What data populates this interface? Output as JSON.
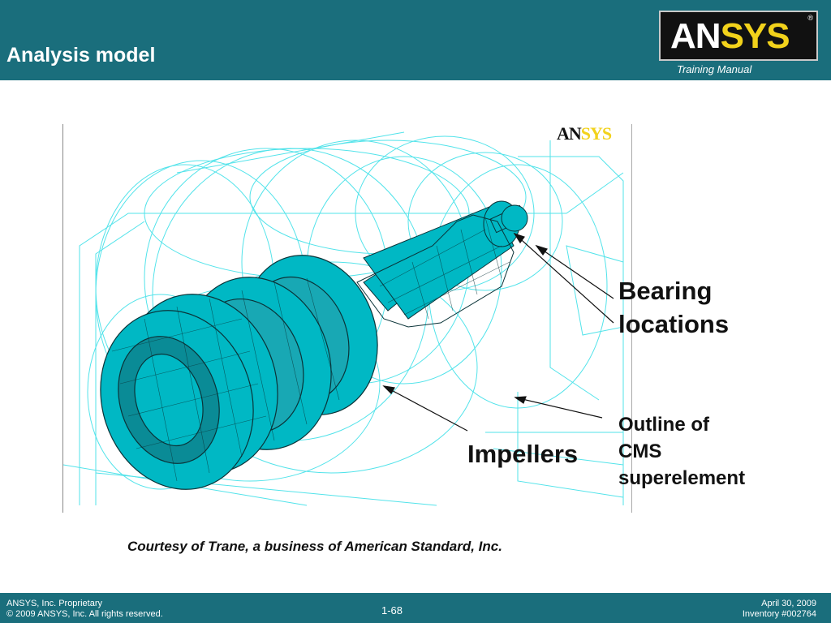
{
  "header": {
    "title": "Analysis model",
    "logo_an": "AN",
    "logo_sys": "SYS",
    "logo_reg": "®",
    "training_manual": "Training Manual"
  },
  "figure": {
    "logo_an": "AN",
    "logo_sys": "SYS",
    "callouts": {
      "bearing_line1": "Bearing",
      "bearing_line2": "locations",
      "impellers": "Impellers",
      "outline_line1": "Outline of",
      "outline_line2": "CMS",
      "outline_line3": "superelement"
    },
    "colors": {
      "mesh": "#00b8c4",
      "wire": "#40e0e8",
      "edge": "#0a3338"
    }
  },
  "caption": "Courtesy of Trane, a business of American Standard, Inc.",
  "footer": {
    "left_line1": "ANSYS, Inc. Proprietary",
    "left_line2": "© 2009 ANSYS, Inc.  All rights reserved.",
    "page": "1-68",
    "right_line1": "April 30, 2009",
    "right_line2": "Inventory #002764"
  }
}
